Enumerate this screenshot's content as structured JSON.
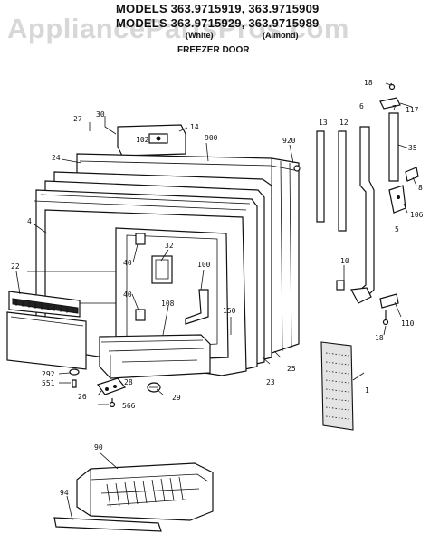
{
  "header": {
    "line1": "MODELS 363.9715919, 363.9715909",
    "line2": "MODELS 363.9715929, 363.9715989",
    "color_white": "(White)",
    "color_almond": "(Almond)",
    "section": "FREEZER DOOR"
  },
  "watermark": "AppliancePartsPros.com",
  "callouts": {
    "p18a": "18",
    "p117": "117",
    "p30": "30",
    "p27": "27",
    "p14": "14",
    "p102": "102",
    "p900": "900",
    "p920": "920",
    "p13": "13",
    "p12": "12",
    "p6": "6",
    "p7": "7",
    "p35": "35",
    "p24": "24",
    "p8": "8",
    "p106": "106",
    "p5": "5",
    "p4": "4",
    "p40a": "40",
    "p32": "32",
    "p22": "22",
    "p100": "100",
    "p10": "10",
    "p40b": "40",
    "p150": "150",
    "p108": "108",
    "p110": "110",
    "p18b": "18",
    "p292": "292",
    "p551": "551",
    "p28": "28",
    "p25": "25",
    "p23": "23",
    "p1": "1",
    "p26": "26",
    "p566": "566",
    "p29": "29",
    "p90": "90",
    "p94": "94"
  }
}
